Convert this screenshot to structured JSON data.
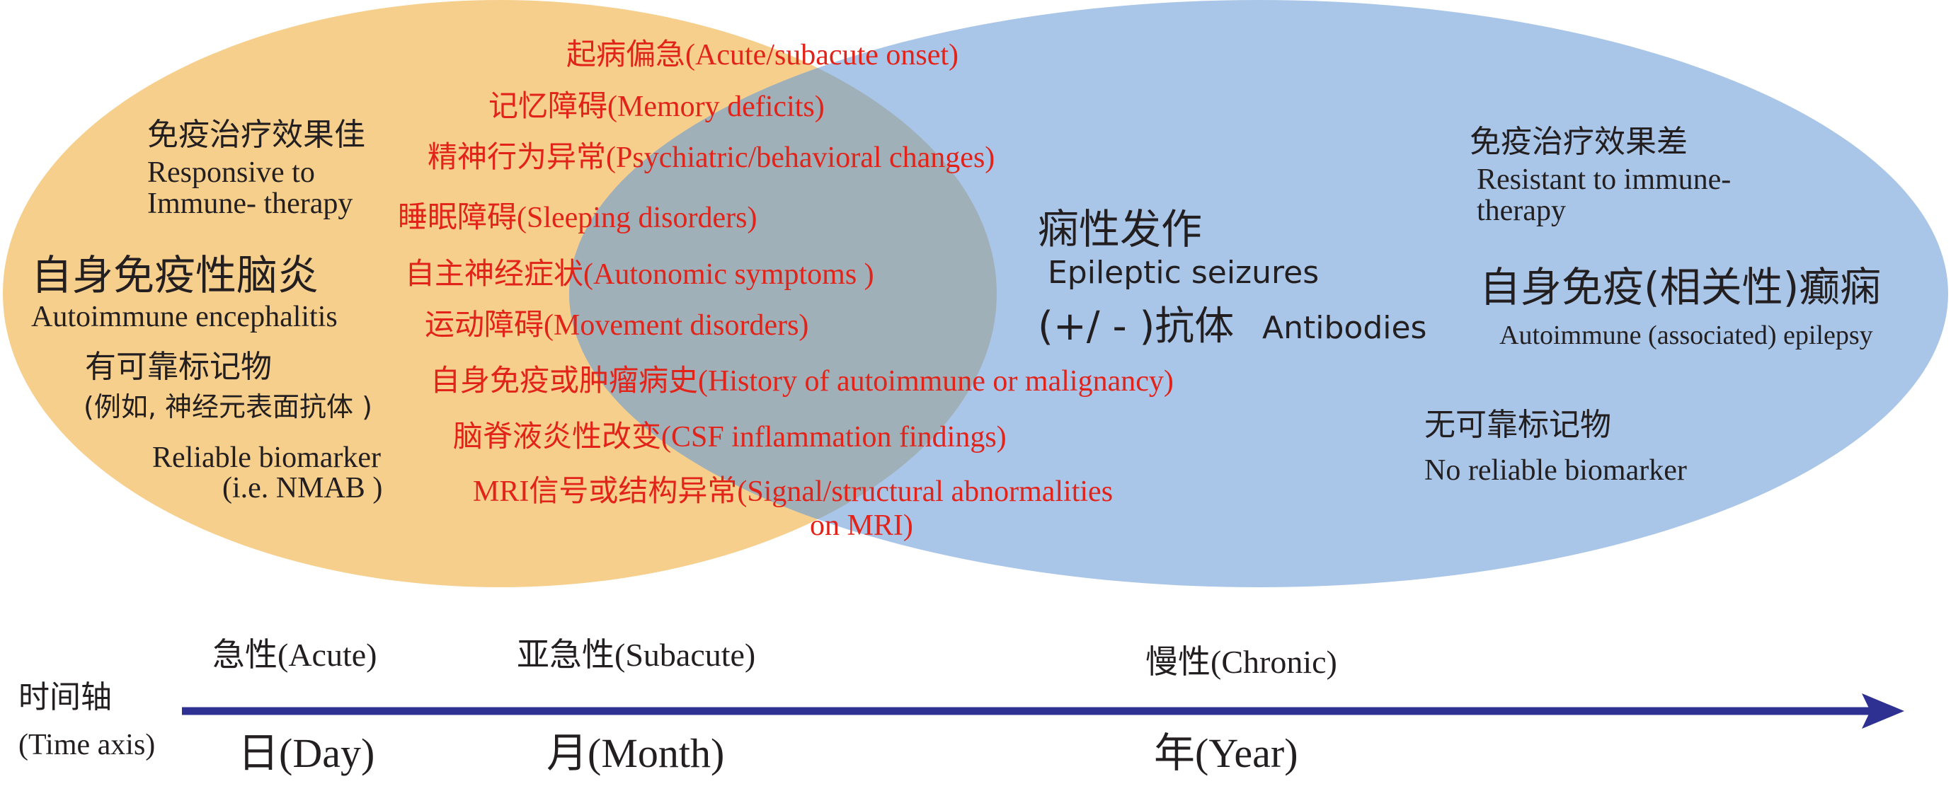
{
  "colors": {
    "left_ellipse": "#f6cf8c",
    "right_ellipse": "#a9c6e8",
    "overlap": "#9fb0b8",
    "axis_line": "#2e3192",
    "red_text": "#e2231a",
    "black_text": "#231f20"
  },
  "left": {
    "responsive_cn": "免疫治疗效果佳",
    "responsive_en_1": "Responsive to",
    "responsive_en_2": "Immune- therapy",
    "title_cn": "自身免疫性脑炎",
    "title_en": "Autoimmune encephalitis",
    "biomarker_cn": "有可靠标记物",
    "biomarker_example_cn": "(例如, 神经元表面抗体 )",
    "biomarker_en_1": "Reliable biomarker",
    "biomarker_en_2": "(i.e. NMAB )"
  },
  "shared_features": [
    "起病偏急(Acute/subacute onset)",
    "记忆障碍(Memory deficits)",
    "精神行为异常(Psychiatric/behavioral changes)",
    "睡眠障碍(Sleeping disorders)",
    "自主神经症状(Autonomic symptoms )",
    "运动障碍(Movement disorders)",
    "自身免疫或肿瘤病史(History of autoimmune   or malignancy)",
    "脑脊液炎性改变(CSF inflammation findings)",
    "MRI信号或结构异常(Signal/structural abnormalities",
    "on MRI)"
  ],
  "center": {
    "seizure_cn": "痫性发作",
    "seizure_en": "Epileptic seizures",
    "antibody_cn": "(+/ - )抗体",
    "antibody_en": "Antibodies"
  },
  "right": {
    "resistant_cn": "免疫治疗效果差",
    "resistant_en": "Resistant to immune- therapy",
    "title_cn": "自身免疫(相关性)癫痫",
    "title_en": "Autoimmune (associated) epilepsy",
    "biomarker_cn": "无可靠标记物",
    "biomarker_en": "No reliable biomarker"
  },
  "timeline": {
    "axis_cn": "时间轴",
    "axis_en": "(Time axis)",
    "acute": "急性(Acute)",
    "subacute": "亚急性(Subacute)",
    "chronic": "慢性(Chronic)",
    "day": "日(Day)",
    "month": "月(Month)",
    "year": "年(Year)"
  }
}
